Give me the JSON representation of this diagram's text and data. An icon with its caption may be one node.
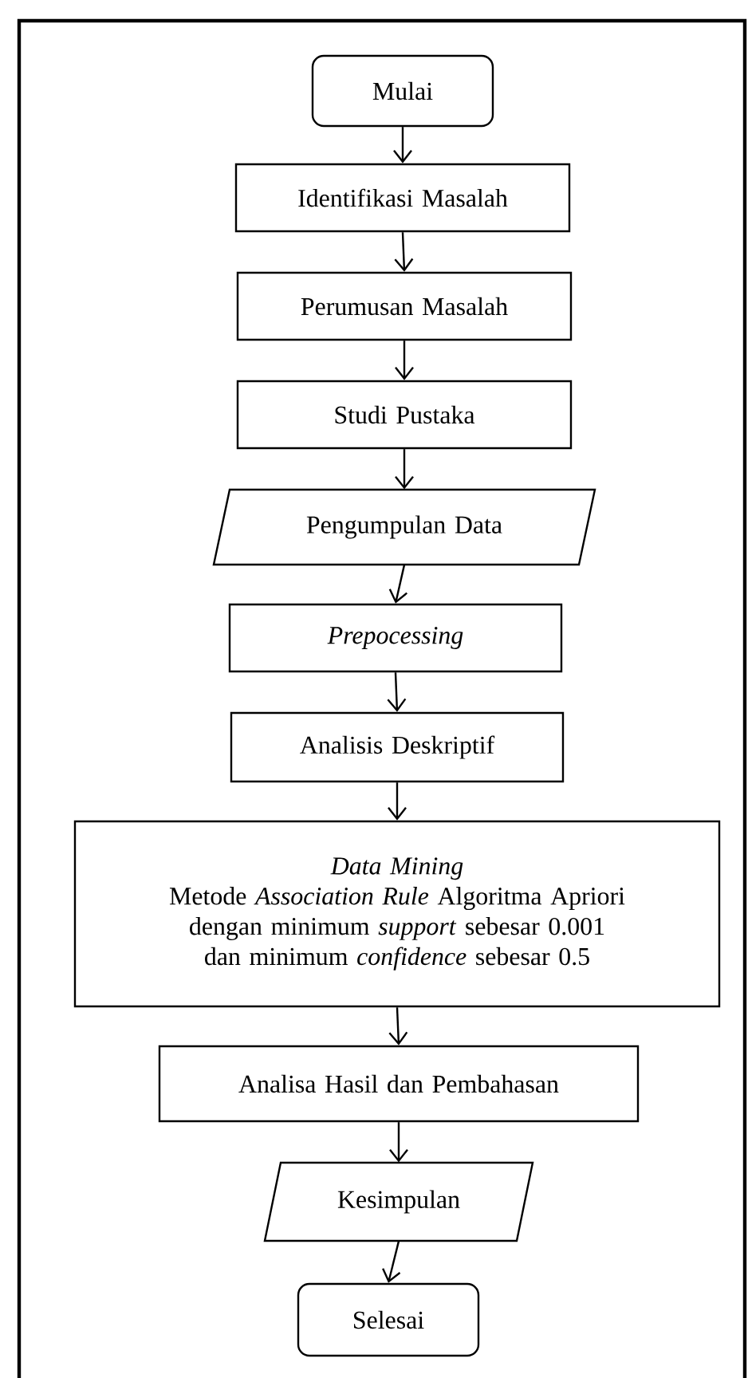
{
  "diagram": {
    "nodes": [
      {
        "text": [
          "Mulai"
        ]
      },
      {
        "text": [
          "Identifikasi Masalah"
        ]
      },
      {
        "text": [
          "Perumusan Masalah"
        ]
      },
      {
        "text": [
          "Studi Pustaka"
        ]
      },
      {
        "text": [
          "Pengumpulan Data"
        ]
      },
      {
        "text": [
          "*Prepocessing*"
        ]
      },
      {
        "text": [
          "Analisis Deskriptif"
        ]
      },
      {
        "text": [
          "*Data Mining*",
          "Metode *Association Rule* Algoritma Apriori dengan minimum *support* sebesar 0.001 dan minimum *confidence* sebesar 0.5"
        ]
      },
      {
        "text": [
          "Analisa Hasil dan Pembahasan"
        ]
      },
      {
        "text": [
          "Kesimpulan"
        ]
      },
      {
        "text": [
          "Selesai"
        ]
      }
    ],
    "edges": [
      {
        "from": 0,
        "to": 1,
        "arrow": "to"
      },
      {
        "from": 1,
        "to": 2,
        "arrow": "to"
      },
      {
        "from": 2,
        "to": 3,
        "arrow": "to"
      },
      {
        "from": 3,
        "to": 4,
        "arrow": "to"
      },
      {
        "from": 4,
        "to": 5,
        "arrow": "to"
      },
      {
        "from": 5,
        "to": 6,
        "arrow": "to"
      },
      {
        "from": 6,
        "to": 7,
        "arrow": "to"
      },
      {
        "from": 7,
        "to": 8,
        "arrow": "to"
      },
      {
        "from": 8,
        "to": 9,
        "arrow": "to"
      },
      {
        "from": 9,
        "to": 10,
        "arrow": "to"
      }
    ]
  }
}
